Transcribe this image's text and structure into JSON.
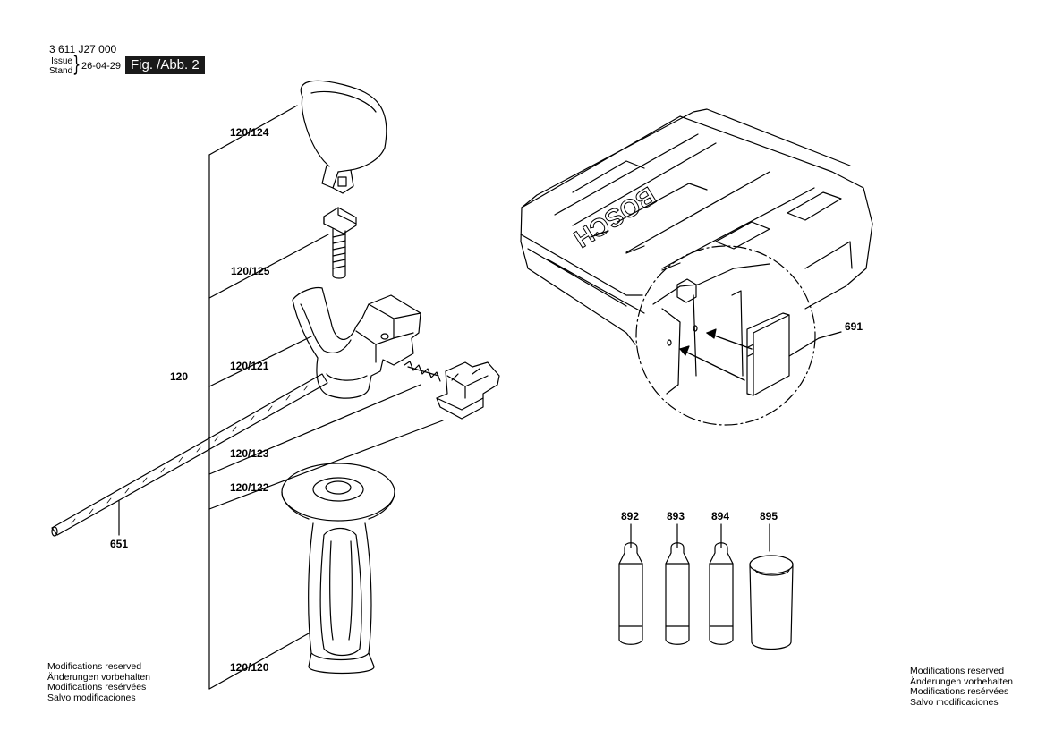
{
  "header": {
    "doc_number": "3 611 J27 000",
    "issue_label": "Issue",
    "stand_label": "Stand",
    "date": "26-04-29",
    "figure": "Fig. /Abb. 2"
  },
  "parts": {
    "p120_124": "120/124",
    "p120_125": "120/125",
    "p120": "120",
    "p120_121": "120/121",
    "p120_123": "120/123",
    "p120_122": "120/122",
    "p651": "651",
    "p120_120": "120/120",
    "p691": "691",
    "p892": "892",
    "p893": "893",
    "p894": "894",
    "p895": "895"
  },
  "case_brand": "BOSCH",
  "footer_left": [
    "Modifications reserved",
    "Änderungen vorbehalten",
    "Modifications resérvées",
    "Salvo modificaciones"
  ],
  "footer_right": [
    "Modifications reserved",
    "Änderungen vorbehalten",
    "Modifications resérvées",
    "Salvo modificaciones"
  ]
}
